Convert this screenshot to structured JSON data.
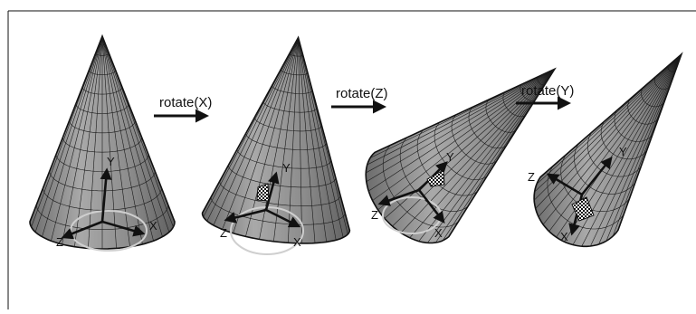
{
  "figure": {
    "step_labels": [
      "rotate(X)",
      "rotate(Z)",
      "rotate(Y)"
    ],
    "axis_labels": {
      "x": "X",
      "y": "Y",
      "z": "Z"
    }
  }
}
